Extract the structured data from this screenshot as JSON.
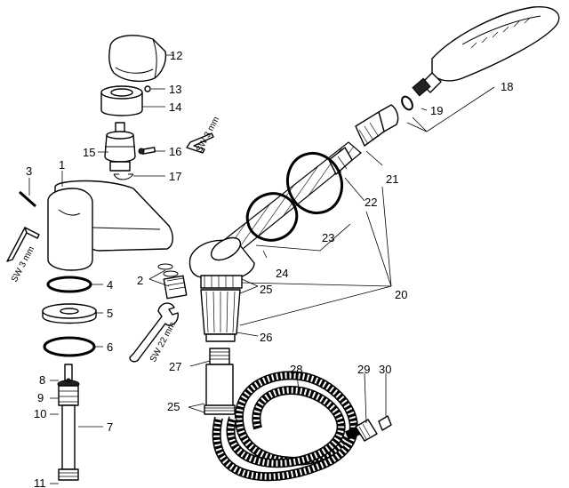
{
  "parts": [
    {
      "id": "p1",
      "label": "1"
    },
    {
      "id": "p2",
      "label": "2"
    },
    {
      "id": "p3",
      "label": "3"
    },
    {
      "id": "p4",
      "label": "4"
    },
    {
      "id": "p5",
      "label": "5"
    },
    {
      "id": "p6",
      "label": "6"
    },
    {
      "id": "p7",
      "label": "7"
    },
    {
      "id": "p8",
      "label": "8"
    },
    {
      "id": "p9",
      "label": "9"
    },
    {
      "id": "p10",
      "label": "10"
    },
    {
      "id": "p11",
      "label": "11"
    },
    {
      "id": "p12",
      "label": "12"
    },
    {
      "id": "p13",
      "label": "13"
    },
    {
      "id": "p14",
      "label": "14"
    },
    {
      "id": "p15",
      "label": "15"
    },
    {
      "id": "p16",
      "label": "16"
    },
    {
      "id": "p17",
      "label": "17"
    },
    {
      "id": "p18",
      "label": "18"
    },
    {
      "id": "p19",
      "label": "19"
    },
    {
      "id": "p20",
      "label": "20"
    },
    {
      "id": "p21",
      "label": "21"
    },
    {
      "id": "p22",
      "label": "22"
    },
    {
      "id": "p23",
      "label": "23"
    },
    {
      "id": "p24",
      "label": "24"
    },
    {
      "id": "p25a",
      "label": "25"
    },
    {
      "id": "p25b",
      "label": "25"
    },
    {
      "id": "p26",
      "label": "26"
    },
    {
      "id": "p27",
      "label": "27"
    },
    {
      "id": "p28",
      "label": "28"
    },
    {
      "id": "p29",
      "label": "29"
    },
    {
      "id": "p30",
      "label": "30"
    }
  ],
  "tools": {
    "hex_key_upper": "SW 3 mm",
    "hex_key_lower": "SW 3 mm",
    "spanner": "SW 22 mm"
  }
}
